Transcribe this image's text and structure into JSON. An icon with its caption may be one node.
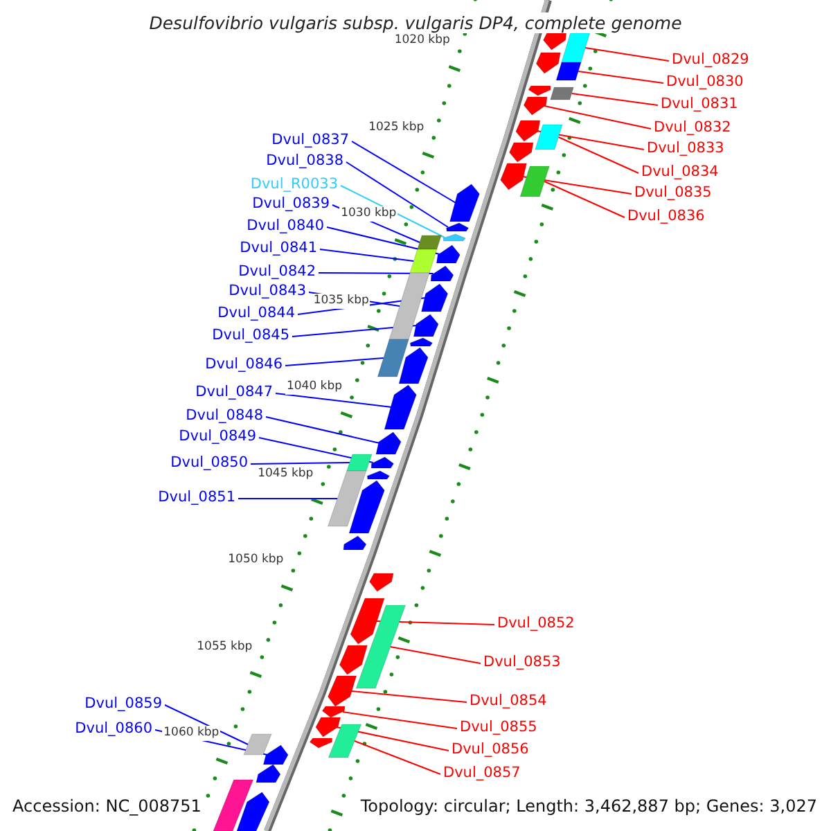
{
  "diagram": {
    "title": "Desulfovibrio vulgaris subsp. vulgaris DP4, complete genome",
    "nodes": [
      {
        "text": [
          "Dvul_0829"
        ]
      },
      {
        "text": [],
        "shape": "box"
      },
      {
        "text": [
          "Dvul_0830"
        ]
      },
      {
        "text": [],
        "shape": "box"
      },
      {
        "text": [
          "Dvul_0831"
        ]
      },
      {
        "text": [],
        "shape": "box"
      },
      {
        "text": [
          "Dvul_0832"
        ]
      },
      {
        "text": [],
        "shape": "arrow"
      },
      {
        "text": [
          "Dvul_0833"
        ]
      },
      {
        "text": [],
        "shape": "arrow"
      },
      {
        "text": [
          "Dvul_0834"
        ]
      },
      {
        "text": [],
        "shape": "box"
      },
      {
        "text": [
          "Dvul_0835"
        ]
      },
      {
        "text": [],
        "shape": "arrow"
      },
      {
        "text": [
          "Dvul_0836"
        ]
      },
      {
        "text": [],
        "shape": "box"
      },
      {
        "text": [
          "Dvul_0837"
        ]
      },
      {
        "text": [],
        "shape": "arrow"
      },
      {
        "text": [
          "Dvul_0838"
        ]
      },
      {
        "text": [],
        "shape": "arrow"
      },
      {
        "text": [
          "Dvul_R0033"
        ]
      },
      {
        "text": [],
        "shape": "arrow"
      },
      {
        "text": [
          "Dvul_0839"
        ]
      },
      {
        "text": [],
        "shape": "box"
      },
      {
        "text": [
          "Dvul_0840"
        ]
      },
      {
        "text": [],
        "shape": "arrow"
      },
      {
        "text": [
          "Dvul_0841"
        ]
      },
      {
        "text": [],
        "shape": "box"
      },
      {
        "text": [
          "Dvul_0842"
        ]
      },
      {
        "text": [],
        "shape": "arrow"
      },
      {
        "text": [
          "Dvul_0843"
        ]
      },
      {
        "text": [],
        "shape": "box"
      },
      {
        "text": [
          "Dvul_0844"
        ]
      },
      {
        "text": [],
        "shape": "arrow"
      },
      {
        "text": [
          "Dvul_0845"
        ]
      },
      {
        "text": [],
        "shape": "arrow"
      },
      {
        "text": [
          "Dvul_0846"
        ]
      },
      {
        "text": [],
        "shape": "box"
      },
      {
        "text": [
          "Dvul_0847"
        ]
      },
      {
        "text": [],
        "shape": "arrow"
      },
      {
        "text": [
          "Dvul_0848"
        ]
      },
      {
        "text": [],
        "shape": "arrow"
      },
      {
        "text": [
          "Dvul_0849"
        ]
      },
      {
        "text": [],
        "shape": "arrow"
      },
      {
        "text": [
          "Dvul_0850"
        ]
      },
      {
        "text": [],
        "shape": "box"
      },
      {
        "text": [
          "Dvul_0851"
        ]
      },
      {
        "text": [],
        "shape": "box"
      },
      {
        "text": [
          "Dvul_0852"
        ]
      },
      {
        "text": [],
        "shape": "arrow"
      },
      {
        "text": [
          "Dvul_0853"
        ]
      },
      {
        "text": [],
        "shape": "box"
      },
      {
        "text": [
          "Dvul_0854"
        ]
      },
      {
        "text": [],
        "shape": "arrow"
      },
      {
        "text": [
          "Dvul_0855"
        ]
      },
      {
        "text": [],
        "shape": "arrow"
      },
      {
        "text": [
          "Dvul_0856"
        ]
      },
      {
        "text": [],
        "shape": "arrow"
      },
      {
        "text": [
          "Dvul_0857"
        ]
      },
      {
        "text": [],
        "shape": "box"
      },
      {
        "text": [
          "Dvul_0859"
        ]
      },
      {
        "text": [],
        "shape": "box"
      },
      {
        "text": [
          "Dvul_0860"
        ]
      },
      {
        "text": [],
        "shape": "arrow"
      },
      {
        "text": [],
        "shape": "arrow"
      },
      {
        "text": [],
        "shape": "arrow"
      },
      {
        "text": [],
        "shape": "arrow"
      },
      {
        "text": [],
        "shape": "arrow"
      },
      {
        "text": [],
        "shape": "arrow"
      },
      {
        "text": [],
        "shape": "arrow"
      },
      {
        "text": [],
        "shape": "arrow"
      },
      {
        "text": [],
        "shape": "box"
      },
      {
        "text": [],
        "shape": "arrow"
      },
      {
        "text": [],
        "shape": "arrow"
      },
      {
        "text": [],
        "shape": "arrow"
      },
      {
        "text": [],
        "shape": "arrow"
      },
      {
        "text": [],
        "shape": "arrow"
      },
      {
        "text": [],
        "shape": "arrow"
      },
      {
        "text": [],
        "shape": "arrow"
      }
    ],
    "edges": [
      {
        "from": 0,
        "to": 1,
        "arrow": "none",
        "color": "#ff0000"
      },
      {
        "from": 2,
        "to": 3,
        "arrow": "none",
        "color": "#ff0000"
      },
      {
        "from": 4,
        "to": 5,
        "arrow": "none",
        "color": "#ff0000"
      },
      {
        "from": 6,
        "to": 7,
        "arrow": "none",
        "color": "#ff0000"
      },
      {
        "from": 8,
        "to": 9,
        "arrow": "none",
        "color": "#ff0000"
      },
      {
        "from": 10,
        "to": 11,
        "arrow": "none",
        "color": "#ff0000"
      },
      {
        "from": 12,
        "to": 13,
        "arrow": "none",
        "color": "#ff0000"
      },
      {
        "from": 14,
        "to": 15,
        "arrow": "none",
        "color": "#ff0000"
      },
      {
        "from": 16,
        "to": 17,
        "arrow": "none"
      },
      {
        "from": 18,
        "to": 19,
        "arrow": "none"
      },
      {
        "from": 20,
        "to": 21,
        "arrow": "none",
        "color": "#33ccff"
      },
      {
        "from": 22,
        "to": 23,
        "arrow": "none"
      },
      {
        "from": 24,
        "to": 25,
        "arrow": "none"
      },
      {
        "from": 26,
        "to": 27,
        "arrow": "none"
      },
      {
        "from": 28,
        "to": 29,
        "arrow": "none"
      },
      {
        "from": 30,
        "to": 31,
        "arrow": "none"
      },
      {
        "from": 32,
        "to": 33,
        "arrow": "none"
      },
      {
        "from": 34,
        "to": 35,
        "arrow": "none"
      },
      {
        "from": 36,
        "to": 37,
        "arrow": "none"
      },
      {
        "from": 38,
        "to": 39,
        "arrow": "none"
      },
      {
        "from": 40,
        "to": 41,
        "arrow": "none"
      },
      {
        "from": 42,
        "to": 43,
        "arrow": "none"
      },
      {
        "from": 44,
        "to": 45,
        "arrow": "none"
      },
      {
        "from": 46,
        "to": 47,
        "arrow": "none"
      },
      {
        "from": 48,
        "to": 49,
        "arrow": "none",
        "color": "#ff0000"
      },
      {
        "from": 50,
        "to": 51,
        "arrow": "none",
        "color": "#ff0000"
      },
      {
        "from": 52,
        "to": 53,
        "arrow": "none",
        "color": "#ff0000"
      },
      {
        "from": 54,
        "to": 55,
        "arrow": "none",
        "color": "#ff0000"
      },
      {
        "from": 56,
        "to": 57,
        "arrow": "none",
        "color": "#ff0000"
      },
      {
        "from": 58,
        "to": 59,
        "arrow": "none",
        "color": "#ff0000"
      },
      {
        "from": 60,
        "to": 61,
        "arrow": "none"
      },
      {
        "from": 62,
        "to": 63,
        "arrow": "none"
      }
    ],
    "labels": [
      "1020 kbp",
      "1025 kbp",
      "1030 kbp",
      "1035 kbp",
      "1040 kbp",
      "1045 kbp",
      "1050 kbp",
      "1055 kbp",
      "1060 kbp",
      "Accession: NC_008751",
      "Topology: circular; Length: 3,462,887 bp; Genes: 3,027"
    ]
  }
}
